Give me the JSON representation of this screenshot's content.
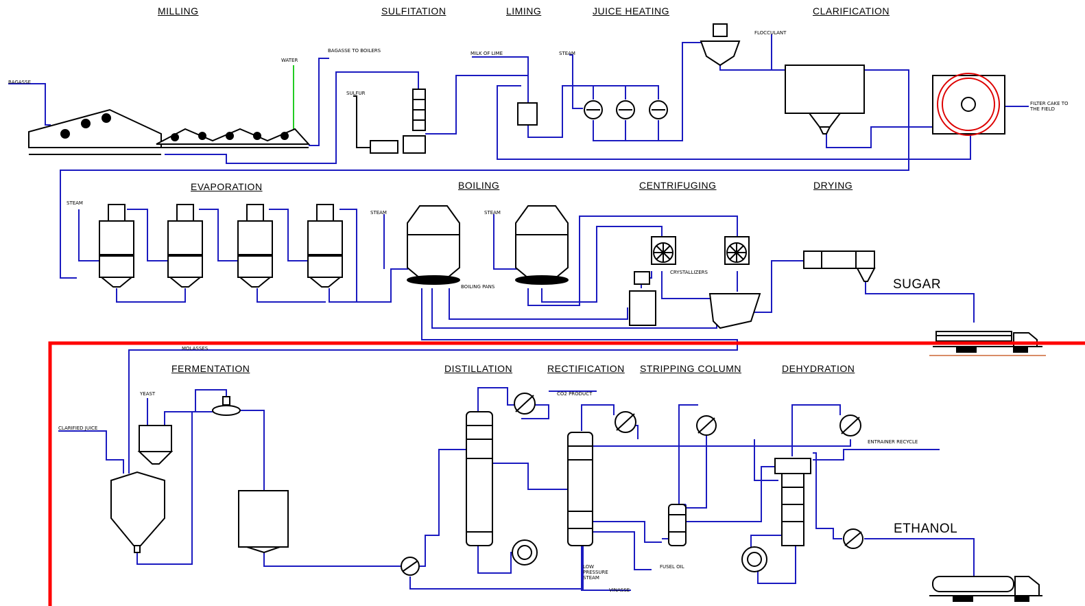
{
  "diagram": {
    "sections_top": [
      "MILLING",
      "SULFITATION",
      "LIMING",
      "JUICE HEATING",
      "CLARIFICATION"
    ],
    "sections_mid": [
      "EVAPORATION",
      "BOILING",
      "CENTRIFUGING",
      "DRYING"
    ],
    "sections_bottom": [
      "FERMENTATION",
      "DISTILLATION",
      "RECTIFICATION",
      "STRIPPING COLUMN",
      "DEHYDRATION"
    ],
    "products": {
      "sugar": "SUGAR",
      "ethanol": "ETHANOL"
    },
    "small_labels": {
      "bagasse_in": "BAGASSE",
      "imbibition": "WATER",
      "bagasse_boilers": "BAGASSE TO BOILERS",
      "sulfur": "SULFUR",
      "milk_of_lime": "MILK OF LIME",
      "steam_heating": "STEAM",
      "flocculant": "FLOCCULANT",
      "filter_cake": "FILTER CAKE TO THE FIELD",
      "steam_evap": "STEAM",
      "steam_boil_1": "STEAM",
      "steam_boil_2": "STEAM",
      "boiling_pans": "BOILING PANS",
      "crystallizers": "CRYSTALLIZERS",
      "molasses": "MOLASSES",
      "clarified_juice": "CLARIFIED JUICE",
      "yeast": "YEAST",
      "co2_product": "CO2 PRODUCT",
      "entrainer": "ENTRAINER RECYCLE",
      "low_pressure_steam": "LOW PRESSURE STEAM",
      "fusel_oil": "FUSEL OIL",
      "vinasse": "VINASSE"
    },
    "colors": {
      "line": "#1a1ac0",
      "equipment": "#000000",
      "highlight": "#ff0000",
      "water": "#22cc22"
    }
  }
}
